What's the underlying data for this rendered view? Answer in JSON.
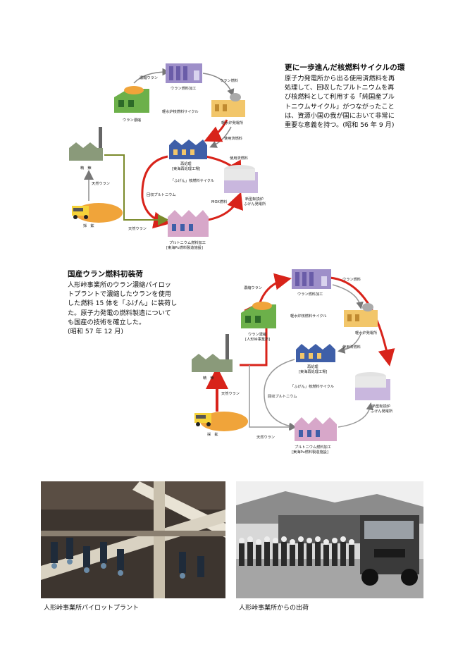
{
  "section1": {
    "title": "更に一歩進んだ核燃料サイクルの環",
    "body": [
      "原子力発電所から出る使用済燃料を再",
      "処理して、回収したプルトニウムを再",
      "び核燃料として利用する「純国産プル",
      "トニウムサイクル」がつながったこと",
      "は、資源小国の我が国において非常に",
      "重要な意義を持つ。(昭和 56 年 9 月)"
    ]
  },
  "section2": {
    "title": "国産ウラン燃料初装荷",
    "body": [
      "人形峠事業所のウラン濃縮パイロッ",
      "トプラントで濃縮したウランを使用",
      "した燃料 15 体を「ふげん」に装荷し",
      "た。原子力発電の燃料製造について",
      "も国産の技術を確立した。",
      "(昭和 57 年 12 月)"
    ]
  },
  "diagram1": {
    "labels": {
      "enriched_uranium": "濃縮ウラン",
      "uranium_fuel": "ウラン燃料",
      "uranium_fuel_processing": "ウラン燃料加工",
      "uranium_enrichment": "ウラン濃縮",
      "lwr_cycle": "軽水炉核燃料サイクル",
      "lwr_plant": "軽水炉発電所",
      "spent_fuel": "使用済燃料",
      "spent_fuel_2": "使用済燃料",
      "reprocessing": "再処理",
      "tokai_reprocessing": "[東海再処理工場]",
      "refining": "精　錬",
      "natural_uranium": "天然ウラン",
      "natural_uranium_2": "天然ウラン",
      "fugen_cycle": "「ふげん」核燃料サイクル",
      "recovered_plutonium": "回収プルトニウム",
      "mox_fuel": "MOX燃料",
      "atr": "新型転換炉",
      "fugen_plant": "ふげん発電所",
      "mining": "採　鉱",
      "pu_fuel_processing": "プルトニウム燃料加工",
      "tokai_pu": "[東海Pu燃料製造施設]"
    }
  },
  "diagram2": {
    "labels": {
      "enriched_uranium": "濃縮ウラン",
      "uranium_fuel": "ウラン燃料",
      "uranium_fuel_processing": "ウラン燃料加工",
      "uranium_enrichment": "ウラン濃縮",
      "ningyo_site": "[人形峠事業所]",
      "lwr_cycle": "軽水炉核燃料サイクル",
      "lwr_plant": "軽水炉発電所",
      "spent_fuel": "使用済燃料",
      "reprocessing": "再処理",
      "tokai_reprocessing": "[東海再処理工場]",
      "refining": "精　錬",
      "natural_uranium": "天然ウラン",
      "natural_uranium_2": "天然ウラン",
      "fugen_cycle": "「ふげん」核燃料サイクル",
      "recovered_plutonium": "回収プルトニウム",
      "atr": "新型転換炉",
      "fugen_plant": "ふげん発電所",
      "mining": "採　鉱",
      "pu_fuel_processing": "プルトニウム燃料加工",
      "tokai_pu": "[東海Pu燃料製造施設]"
    }
  },
  "photos": {
    "left_caption": "人形峠事業所パイロットプラント",
    "right_caption": "人形峠事業所からの出荷"
  },
  "colors": {
    "arrow_red": "#d8231a",
    "arrow_olive": "#7a8a2a",
    "building_purple": "#9e8fc9",
    "building_blue": "#3f5fa8",
    "building_green": "#6cb04a",
    "building_yellow": "#f2c66a",
    "building_pink": "#d7a7c9",
    "ore_orange": "#f0a43a"
  }
}
